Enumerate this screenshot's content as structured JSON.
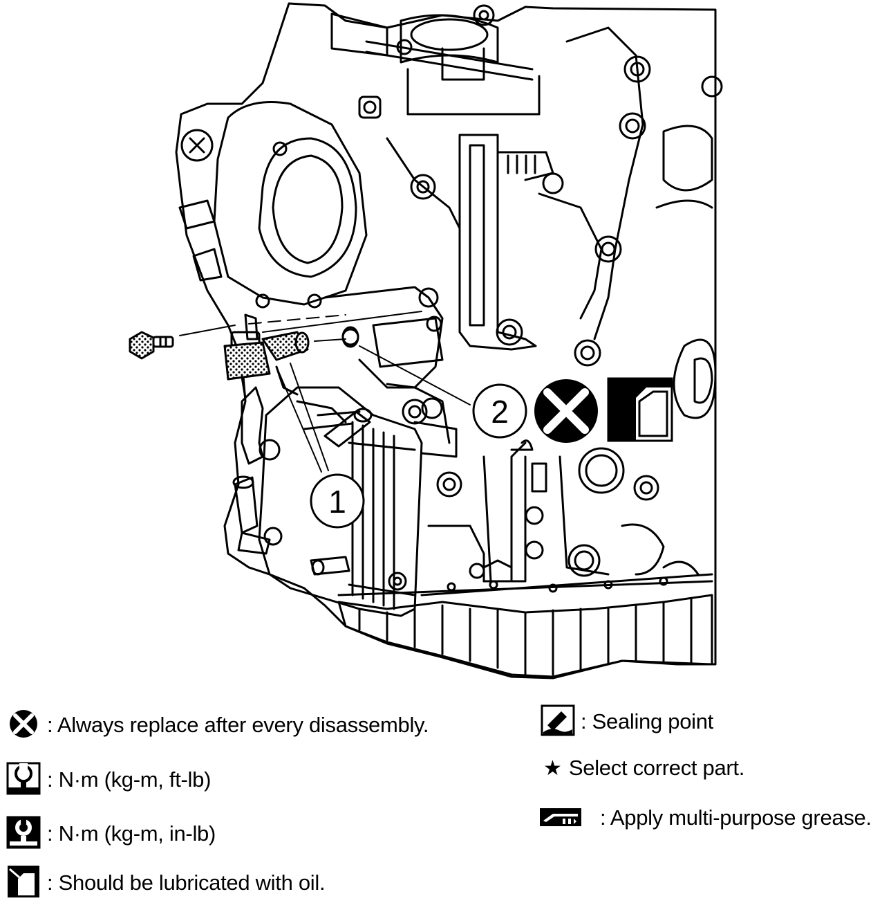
{
  "callouts": [
    {
      "id": "1",
      "label": "1"
    },
    {
      "id": "2",
      "label": "2"
    }
  ],
  "legend": {
    "replace": ": Always replace after every disassembly.",
    "torque_ftlb": ": N·m (kg-m, ft-lb)",
    "torque_inlb": ": N·m (kg-m, in-lb)",
    "lubricate": ": Should be lubricated with oil.",
    "sealing": ": Sealing point",
    "select_part": "Select correct part.",
    "grease": ": Apply multi-purpose grease."
  },
  "icons": {
    "replace": "x-circle-icon",
    "torque_ftlb": "wrench-open-icon",
    "torque_inlb": "wrench-filled-icon",
    "lubricate": "oil-can-icon",
    "sealing": "sealant-tube-icon",
    "select_part": "star-icon",
    "grease": "grease-gun-icon"
  }
}
